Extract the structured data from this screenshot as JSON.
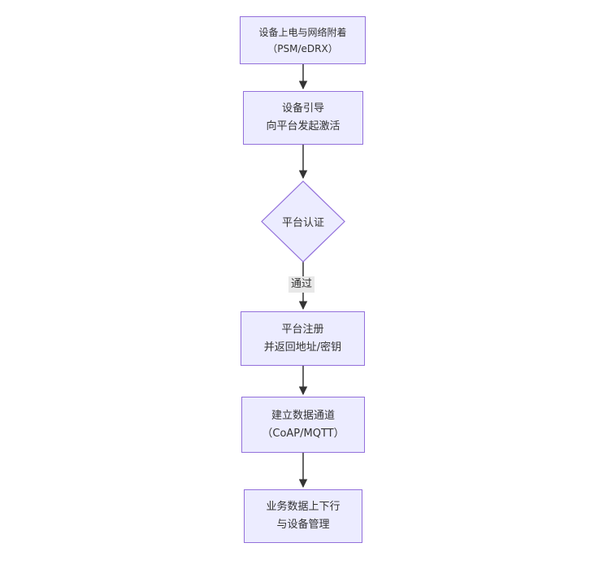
{
  "diagram": {
    "type": "flowchart-vertical",
    "nodes": {
      "power_attach": {
        "shape": "rect",
        "lines": [
          "设备上电与网络附着",
          "（PSM/eDRX）"
        ]
      },
      "bootstrap": {
        "shape": "rect",
        "lines": [
          "设备引导",
          "向平台发起激活"
        ]
      },
      "platform_auth": {
        "shape": "diamond",
        "lines": [
          "平台认证"
        ]
      },
      "platform_register": {
        "shape": "rect",
        "lines": [
          "平台注册",
          "并返回地址/密钥"
        ]
      },
      "data_channel": {
        "shape": "rect",
        "lines": [
          "建立数据通道",
          "（CoAP/MQTT）"
        ]
      },
      "business_data": {
        "shape": "rect",
        "lines": [
          "业务数据上下行",
          "与设备管理"
        ]
      }
    },
    "edges": [
      {
        "from": "power_attach",
        "to": "bootstrap",
        "label": ""
      },
      {
        "from": "bootstrap",
        "to": "platform_auth",
        "label": ""
      },
      {
        "from": "platform_auth",
        "to": "platform_register",
        "label": "通过"
      },
      {
        "from": "platform_register",
        "to": "data_channel",
        "label": ""
      },
      {
        "from": "data_channel",
        "to": "business_data",
        "label": ""
      }
    ],
    "colors": {
      "background": "#ffffff",
      "node_fill": "#ececff",
      "node_border": "#9370db",
      "text": "#333333",
      "arrow": "#333333",
      "edge_label_bg": "#e8e8e8"
    }
  }
}
